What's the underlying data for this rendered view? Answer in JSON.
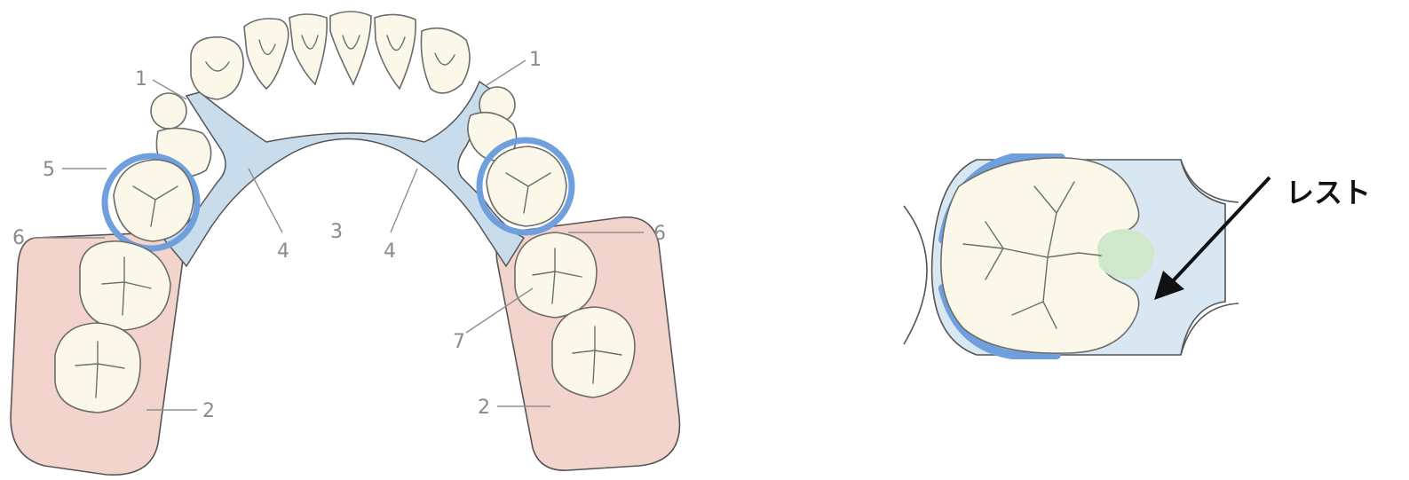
{
  "figure": {
    "callouts": {
      "c1_left": "1",
      "c1_right": "1",
      "c2_left": "2",
      "c2_right": "2",
      "c3": "3",
      "c4_left": "4",
      "c4_right": "4",
      "c5": "5",
      "c6_left": "6",
      "c6_right": "6",
      "c7": "7"
    },
    "rest_label": "レスト",
    "colors": {
      "saddle": "#f3d4cc",
      "connector": "#c8dcec",
      "rest": "#cfe8cc",
      "clasp_arm": "#6f9fdc",
      "tooth": "#fbf8ea"
    }
  }
}
